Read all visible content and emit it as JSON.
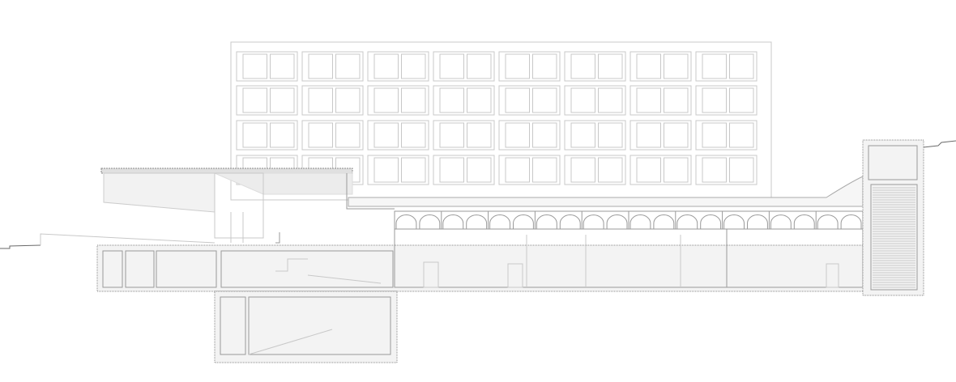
{
  "drawing": {
    "line_color": "#9a9a9a",
    "light_line_color": "#c8c8c8",
    "wall_fill": "#f3f3f3",
    "facade_floors": 4,
    "facade_bays": 8,
    "vault_arches": 20,
    "gallery_rooms": 3
  }
}
